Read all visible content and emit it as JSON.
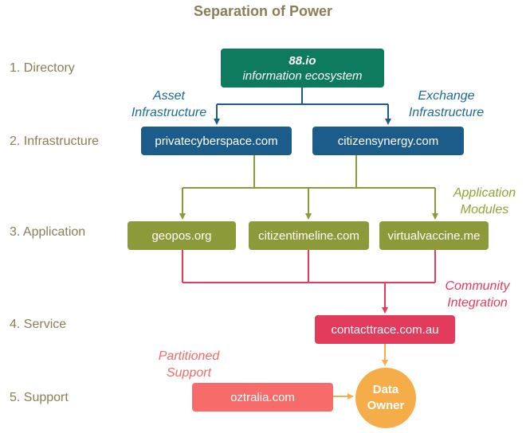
{
  "title": "Separation of Power",
  "tiers": [
    "1. Directory",
    "2. Infrastructure",
    "3. Application",
    "4. Service",
    "5. Support"
  ],
  "directory": {
    "line1": "88.io",
    "line2": "information ecosystem"
  },
  "infrastructure": [
    "privatecyberspace.com",
    "citizensynergy.com"
  ],
  "applications": [
    "geopos.org",
    "citizentimeline.com",
    "virtualvaccine.me"
  ],
  "service": "contacttrace.com.au",
  "support": "oztralia.com",
  "owner": {
    "line1": "Data",
    "line2": "Owner"
  },
  "annotations": {
    "asset": [
      "Asset",
      "Infrastructure"
    ],
    "exchange": [
      "Exchange",
      "Infrastructure"
    ],
    "modules": [
      "Application",
      "Modules"
    ],
    "community": [
      "Community",
      "Integration"
    ],
    "partitioned": [
      "Partitioned",
      "Support"
    ]
  },
  "colors": {
    "directory": "#0e7a5e",
    "infrastructure": "#1c5c8a",
    "application": "#8c9a3a",
    "service": "#e23b5c",
    "support": "#f76b6b",
    "owner": "#f5ad4a"
  }
}
